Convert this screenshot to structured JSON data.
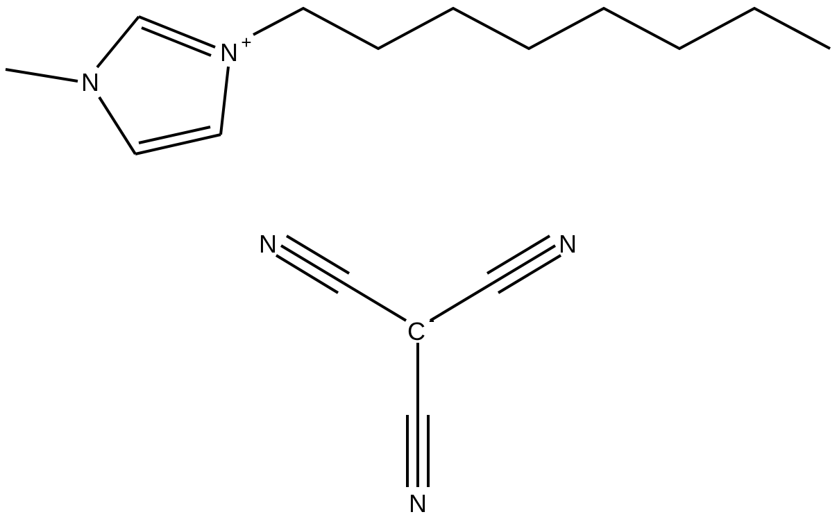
{
  "cation": {
    "atoms": {
      "n1": {
        "symbol": "N"
      },
      "n3": {
        "symbol": "N",
        "charge": "+"
      }
    }
  },
  "anion": {
    "atoms": {
      "c_center": {
        "symbol": "C",
        "charge": "-"
      },
      "n_left": {
        "symbol": "N"
      },
      "n_right": {
        "symbol": "N"
      },
      "n_bottom": {
        "symbol": "N"
      }
    }
  }
}
